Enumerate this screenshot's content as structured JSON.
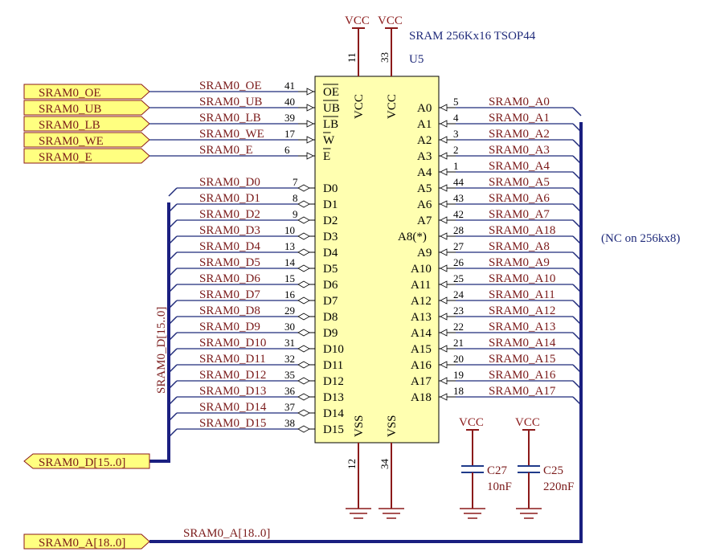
{
  "component": {
    "part": "SRAM 256Kx16 TSOP44",
    "designator": "U5",
    "note": "(NC on 256kx8)",
    "vcc_pins": [
      {
        "name": "VCC",
        "num": "11"
      },
      {
        "name": "VCC",
        "num": "33"
      }
    ],
    "vss_pins": [
      {
        "name": "VSS",
        "num": "12"
      },
      {
        "name": "VSS",
        "num": "34"
      }
    ],
    "control_pins": [
      {
        "name": "OE",
        "num": "41",
        "net": "SRAM0_OE"
      },
      {
        "name": "UB",
        "num": "40",
        "net": "SRAM0_UB"
      },
      {
        "name": "LB",
        "num": "39",
        "net": "SRAM0_LB"
      },
      {
        "name": "W",
        "num": "17",
        "net": "SRAM0_WE"
      },
      {
        "name": "E",
        "num": "6",
        "net": "SRAM0_E"
      }
    ],
    "data_pins": [
      {
        "name": "D0",
        "num": "7",
        "net": "SRAM0_D0"
      },
      {
        "name": "D1",
        "num": "8",
        "net": "SRAM0_D1"
      },
      {
        "name": "D2",
        "num": "9",
        "net": "SRAM0_D2"
      },
      {
        "name": "D3",
        "num": "10",
        "net": "SRAM0_D3"
      },
      {
        "name": "D4",
        "num": "13",
        "net": "SRAM0_D4"
      },
      {
        "name": "D5",
        "num": "14",
        "net": "SRAM0_D5"
      },
      {
        "name": "D6",
        "num": "15",
        "net": "SRAM0_D6"
      },
      {
        "name": "D7",
        "num": "16",
        "net": "SRAM0_D7"
      },
      {
        "name": "D8",
        "num": "29",
        "net": "SRAM0_D8"
      },
      {
        "name": "D9",
        "num": "30",
        "net": "SRAM0_D9"
      },
      {
        "name": "D10",
        "num": "31",
        "net": "SRAM0_D10"
      },
      {
        "name": "D11",
        "num": "32",
        "net": "SRAM0_D11"
      },
      {
        "name": "D12",
        "num": "35",
        "net": "SRAM0_D12"
      },
      {
        "name": "D13",
        "num": "36",
        "net": "SRAM0_D13"
      },
      {
        "name": "D14",
        "num": "37",
        "net": "SRAM0_D14"
      },
      {
        "name": "D15",
        "num": "38",
        "net": "SRAM0_D15"
      }
    ],
    "addr_pins": [
      {
        "name": "A0",
        "num": "5",
        "net": "SRAM0_A0"
      },
      {
        "name": "A1",
        "num": "4",
        "net": "SRAM0_A1"
      },
      {
        "name": "A2",
        "num": "3",
        "net": "SRAM0_A2"
      },
      {
        "name": "A3",
        "num": "2",
        "net": "SRAM0_A3"
      },
      {
        "name": "A4",
        "num": "1",
        "net": "SRAM0_A4"
      },
      {
        "name": "A5",
        "num": "44",
        "net": "SRAM0_A5"
      },
      {
        "name": "A6",
        "num": "43",
        "net": "SRAM0_A6"
      },
      {
        "name": "A7",
        "num": "42",
        "net": "SRAM0_A7"
      },
      {
        "name": "A8(*)",
        "num": "28",
        "net": "SRAM0_A18"
      },
      {
        "name": "A9",
        "num": "27",
        "net": "SRAM0_A8"
      },
      {
        "name": "A10",
        "num": "26",
        "net": "SRAM0_A9"
      },
      {
        "name": "A11",
        "num": "25",
        "net": "SRAM0_A10"
      },
      {
        "name": "A12",
        "num": "24",
        "net": "SRAM0_A11"
      },
      {
        "name": "A13",
        "num": "23",
        "net": "SRAM0_A12"
      },
      {
        "name": "A14",
        "num": "22",
        "net": "SRAM0_A13"
      },
      {
        "name": "A15",
        "num": "21",
        "net": "SRAM0_A14"
      },
      {
        "name": "A16",
        "num": "20",
        "net": "SRAM0_A15"
      },
      {
        "name": "A17",
        "num": "19",
        "net": "SRAM0_A16"
      },
      {
        "name": "A18",
        "num": "18",
        "net": "SRAM0_A17"
      }
    ]
  },
  "ports": {
    "control": [
      "SRAM0_OE",
      "SRAM0_UB",
      "SRAM0_LB",
      "SRAM0_WE",
      "SRAM0_E"
    ],
    "data_bus": "SRAM0_D[15..0]",
    "addr_bus": "SRAM0_A[18..0]"
  },
  "bus_labels": {
    "data": "SRAM0_D[15..0]",
    "addr": "SRAM0_A[18..0]"
  },
  "capacitors": [
    {
      "ref": "C27",
      "value": "10nF",
      "supply": "VCC"
    },
    {
      "ref": "C25",
      "value": "220nF",
      "supply": "VCC"
    }
  ],
  "colors": {
    "ic_fill": "#ffffb0",
    "port_fill": "#ffff80",
    "power": "#8b1a1a",
    "bus": "#1a1f80",
    "wire": "#1f2a7a",
    "net_text": "#7a1a1a"
  }
}
